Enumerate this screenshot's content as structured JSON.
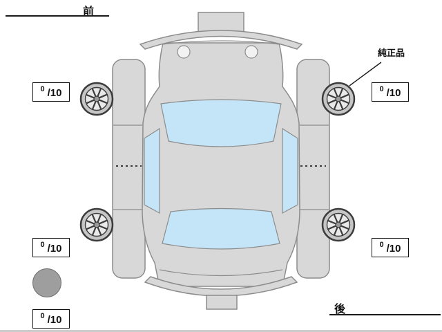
{
  "diagram": {
    "front_label": "前",
    "rear_label": "後",
    "genuine_part_label": "純正品"
  },
  "tires": {
    "front_left": {
      "score": "0",
      "max": "/10"
    },
    "front_right": {
      "score": "0",
      "max": "/10"
    },
    "rear_left": {
      "score": "0",
      "max": "/10"
    },
    "rear_right": {
      "score": "0",
      "max": "/10"
    },
    "spare": {
      "score": "0",
      "max": "/10"
    }
  },
  "icons": {
    "car": "car-topview-diagram",
    "wheel": "alloy-wheel-icon",
    "spare": "spare-tire-icon"
  },
  "colors": {
    "body_fill": "#d8d8d8",
    "body_stroke": "#8c8c8c",
    "glass_fill": "#c3e5f7",
    "wheel_dark": "#3c3c3c",
    "wheel_tire": "#c6c6c6",
    "wheel_rim": "#e9e9e9",
    "spare_fill": "#9e9e9e",
    "line_color": "#1a1a1a"
  }
}
